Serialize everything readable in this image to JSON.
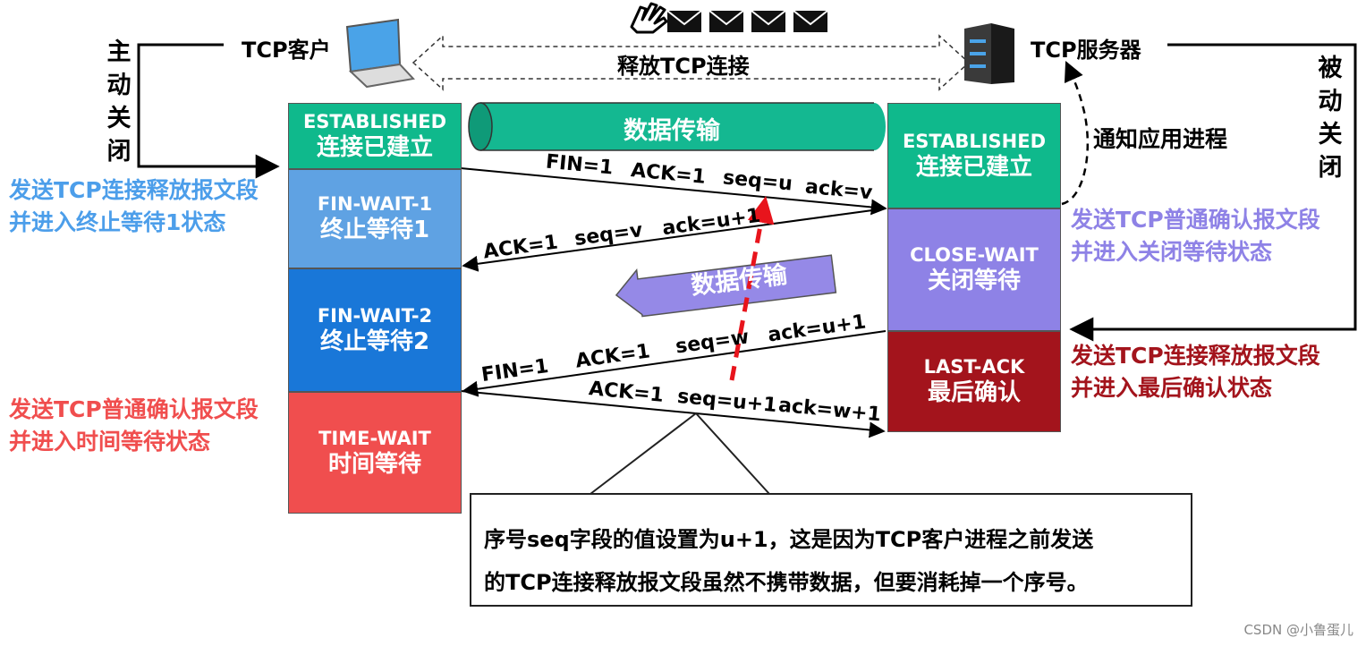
{
  "client": {
    "label": "TCP客户",
    "role_label": "主动关闭",
    "states": [
      {
        "en": "ESTABLISHED",
        "zh": "连接已建立",
        "color": "#0fb98c"
      },
      {
        "en": "FIN-WAIT-1",
        "zh": "终止等待1",
        "color": "#5fa2e3"
      },
      {
        "en": "FIN-WAIT-2",
        "zh": "终止等待2",
        "color": "#1977d8"
      },
      {
        "en": "TIME-WAIT",
        "zh": "时间等待",
        "color": "#f04e4e"
      }
    ],
    "annotations": [
      {
        "lines": [
          "发送TCP连接释放报文段",
          "并进入终止等待1状态"
        ],
        "color": "#4c9eea"
      },
      {
        "lines": [
          "发送TCP普通确认报文段",
          "并进入时间等待状态"
        ],
        "color": "#f04e4e"
      }
    ]
  },
  "server": {
    "label": "TCP服务器",
    "role_label": "被动关闭",
    "notify_label": "通知应用进程",
    "states": [
      {
        "en": "ESTABLISHED",
        "zh": "连接已建立",
        "color": "#0fb98c"
      },
      {
        "en": "CLOSE-WAIT",
        "zh": "关闭等待",
        "color": "#8e82e6"
      },
      {
        "en": "LAST-ACK",
        "zh": "最后确认",
        "color": "#a3141c"
      }
    ],
    "annotations": [
      {
        "lines": [
          "发送TCP普通确认报文段",
          "并进入关闭等待状态"
        ],
        "color": "#8e82e6"
      },
      {
        "lines": [
          "发送TCP连接释放报文段",
          "并进入最后确认状态"
        ],
        "color": "#a3141c"
      }
    ]
  },
  "header": {
    "release_label": "释放TCP连接"
  },
  "data_transfer": {
    "top_label": "数据传输",
    "mid_label": "数据传输",
    "top_color": "#14b891",
    "mid_color": "#9589e7"
  },
  "messages": {
    "m1": {
      "fin": "FIN=1",
      "ack": "ACK=1",
      "seq": "seq=u",
      "ackno": "ack=v"
    },
    "m2": {
      "ack": "ACK=1",
      "seq": "seq=v",
      "ackno": "ack=u+1"
    },
    "m3": {
      "fin": "FIN=1",
      "ack": "ACK=1",
      "seq": "seq=w",
      "ackno": "ack=u+1"
    },
    "m4": {
      "ack": "ACK=1",
      "seq": "seq=u+1",
      "ackno": "ack=w+1"
    }
  },
  "note": {
    "lines": [
      "序号seq字段的值设置为u+1，这是因为TCP客户进程之前发送",
      "的TCP连接释放报文段虽然不携带数据，但要消耗掉一个序号。"
    ]
  },
  "watermark": "CSDN @小鲁蛋儿",
  "icons": [
    "laptop-icon",
    "server-icon",
    "hand-icon",
    "envelope-icon"
  ]
}
